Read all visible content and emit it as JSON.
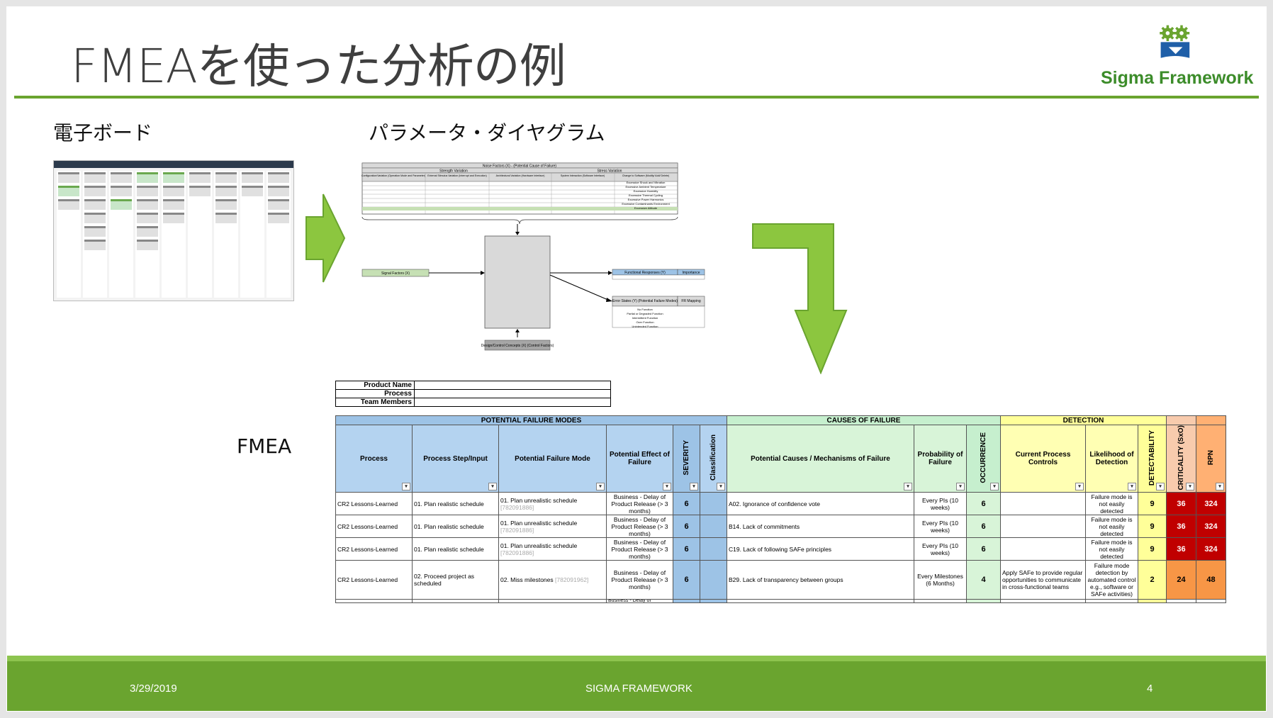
{
  "slide": {
    "title": "FMEAを使った分析の例",
    "logo_text": "Sigma Framework",
    "label_board": "電子ボード",
    "label_param": "パラメータ・ダイヤグラム",
    "label_fmea": "FMEA",
    "footer_date": "3/29/2019",
    "footer_center": "SIGMA FRAMEWORK",
    "footer_page": "4",
    "accent": "#6aa42f"
  },
  "product_info": {
    "product_name": "Product Name",
    "process": "Process",
    "team_members": "Team Members"
  },
  "fmea": {
    "groups": {
      "potential": "POTENTIAL FAILURE MODES",
      "causes": "CAUSES OF FAILURE",
      "detection": "DETECTION"
    },
    "headers": {
      "process": "Process",
      "step": "Process Step/Input",
      "mode": "Potential Failure Mode",
      "effect": "Potential Effect of Failure",
      "severity": "SEVERITY",
      "classification": "Classification",
      "causes": "Potential Causes / Mechanisms of Failure",
      "probability": "Probability of Failure",
      "occurrence": "OCCURRENCE",
      "controls": "Current Process Controls",
      "likelihood": "Likelihood of Detection",
      "detectability": "DETECTABILITY",
      "criticality": "CRITICALITY (SxO)",
      "rpn": "RPN"
    },
    "rows": [
      {
        "process": "CR2 Lessons-Learned",
        "step": "01. Plan realistic schedule",
        "mode": "01. Plan unrealistic schedule",
        "mode_id": "[782091886]",
        "effect": "Business - Delay of Product Release (> 3 months)",
        "severity": "6",
        "causes": "A02. Ignorance of confidence vote",
        "probability": "Every PIs (10 weeks)",
        "occurrence": "6",
        "controls": "",
        "likelihood": "Failure mode is not easily detected",
        "detectability": "9",
        "criticality": "36",
        "rpn": "324"
      },
      {
        "process": "CR2 Lessons-Learned",
        "step": "01. Plan realistic schedule",
        "mode": "01. Plan unrealistic schedule",
        "mode_id": "[782091886]",
        "effect": "Business - Delay of Product Release (> 3 months)",
        "severity": "6",
        "causes": "B14. Lack of commitments",
        "probability": "Every PIs (10 weeks)",
        "occurrence": "6",
        "controls": "",
        "likelihood": "Failure mode is not easily detected",
        "detectability": "9",
        "criticality": "36",
        "rpn": "324"
      },
      {
        "process": "CR2 Lessons-Learned",
        "step": "01. Plan realistic schedule",
        "mode": "01. Plan unrealistic schedule",
        "mode_id": "[782091886]",
        "effect": "Business - Delay of Product Release (> 3 months)",
        "severity": "6",
        "causes": "C19. Lack of following SAFe principles",
        "probability": "Every PIs (10 weeks)",
        "occurrence": "6",
        "controls": "",
        "likelihood": "Failure mode is not easily detected",
        "detectability": "9",
        "criticality": "36",
        "rpn": "324"
      },
      {
        "process": "CR2 Lessons-Learned",
        "step": "02. Proceed project as scheduled",
        "mode": "02. Miss milestones",
        "mode_id": "[782091962]",
        "effect": "Business - Delay of Product Release (> 3 months)",
        "severity": "6",
        "causes": "B29. Lack of transparency between groups",
        "probability": "Every Milestones (6 Months)",
        "occurrence": "4",
        "controls": "Apply SAFe to provide regular opportunities to communicate in cross-functional teams",
        "likelihood": "Failure mode detection by automated control e.g., software or SAFe activities)",
        "detectability": "2",
        "criticality": "24",
        "rpn": "48"
      }
    ],
    "partial_effect": "Business - Delay of"
  },
  "param_diagram": {
    "noise": "Noise Factors (X) - (Potential Cause of Failure)",
    "strength": "Strength Variation",
    "stress": "Stress Variation",
    "cols": [
      "Configuration/Variation (Operation Mode and Parameter)",
      "External Stimulus Variation (Interrupt and Execution)",
      "Architectural Variation (Hardware Interface)",
      "System Interaction (Software Interface)",
      "Change to Software (Modify/ Add/ Delete)"
    ],
    "stress_items": [
      "Excessive Shock and Vibration",
      "Excessive Ambient Temperature",
      "Excessive Humidity",
      "Excessive Thermal Cycling",
      "Excessive Power Harmonics",
      "Excessive Contaminants Environment",
      "Excessive Altitude"
    ],
    "signal": "Signal Factors (X)",
    "functional": "Functional Responses (Y)",
    "importance": "Importance",
    "error_states": "Error States (Y) (Potential Failure Modes)",
    "fr_mapping": "FR Mapping",
    "error_items": [
      "No Function",
      "Partial or Degraded Function",
      "Intermittent Function",
      "Over Function",
      "Unintended Function"
    ],
    "design": "Design/Control Concepts (X) (Control Factors)"
  }
}
